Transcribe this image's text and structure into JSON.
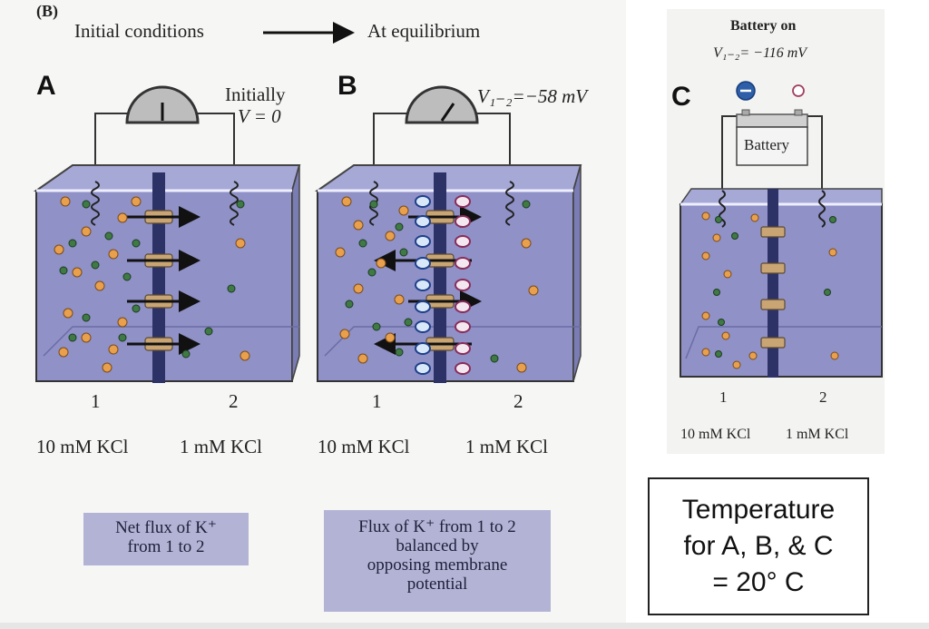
{
  "header": {
    "figure_tag": "(B)",
    "initial": "Initial conditions",
    "equilibrium": "At equilibrium"
  },
  "panels": {
    "a": {
      "letter": "A",
      "meter_label_1": "Initially",
      "meter_label_2": "V = 0",
      "compartment_1": "1",
      "compartment_2": "2",
      "solution_1": "10 mM KCl",
      "solution_2": "1 mM KCl",
      "caption": [
        "Net flux of K⁺",
        "from 1 to 2"
      ]
    },
    "b": {
      "letter": "B",
      "meter_label": "V₁₋₂=−58 mV",
      "compartment_1": "1",
      "compartment_2": "2",
      "solution_1": "10 mM KCl",
      "solution_2": "1 mM KCl",
      "caption": [
        "Flux of K⁺ from 1 to 2",
        "balanced by",
        "opposing membrane",
        "potential"
      ]
    },
    "c": {
      "letter": "C",
      "battery_title": "Battery on",
      "battery_voltage": "V₁₋₂= −116 mV",
      "battery_label": "Battery",
      "compartment_1": "1",
      "compartment_2": "2",
      "solution_1": "10 mM KCl",
      "solution_2": "1 mM KCl"
    }
  },
  "temperature_note": [
    "Temperature",
    "for A, B, & C",
    "= 20° C"
  ],
  "colors": {
    "tank": "#8f91c7",
    "tank_dark": "#5e6096",
    "membrane": "#2c3266",
    "k_ion": "#e9a04c",
    "cl_ion": "#3f7a45",
    "caption_bg": "#b3b3d6"
  }
}
